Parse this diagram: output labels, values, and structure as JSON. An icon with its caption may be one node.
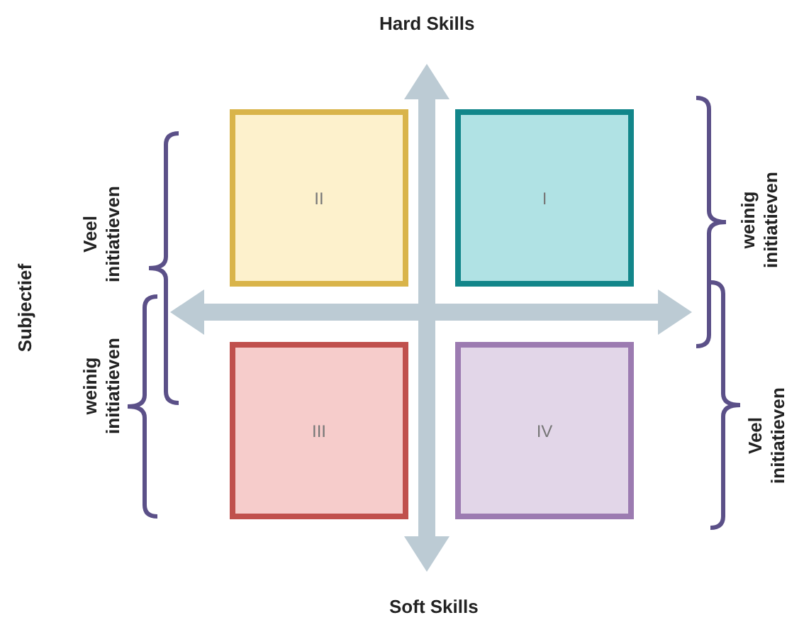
{
  "diagram": {
    "nodes": [
      {
        "text": [
          "II"
        ]
      },
      {
        "text": [
          "I"
        ]
      },
      {
        "text": [
          "III"
        ]
      },
      {
        "text": [
          "IV"
        ]
      }
    ],
    "labels": [
      "Hard Skills",
      "Subjectief",
      "Veel initiatieven",
      "weinig initiatieven",
      "weinig initiatieven",
      "Veel initiatieven",
      "Soft Skills"
    ]
  }
}
